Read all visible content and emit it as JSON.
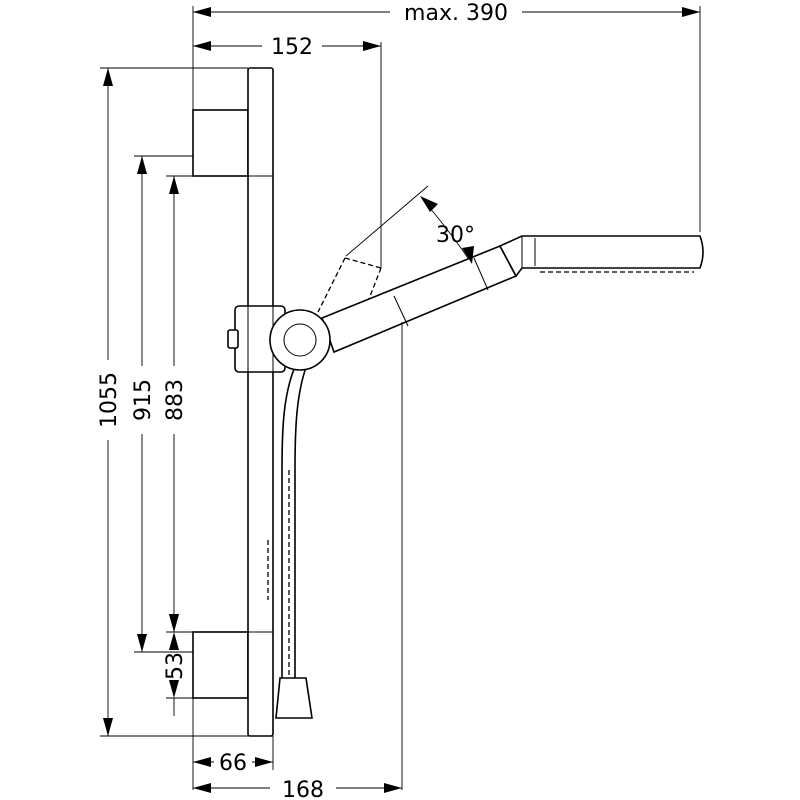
{
  "dimensions": {
    "max_width": "max. 390",
    "rail_offset": "152",
    "angle": "30°",
    "total_height": "1055",
    "bracket_distance": "915",
    "rail_length": "883",
    "bracket_height": "53",
    "wall_offset": "66",
    "hose_offset": "168"
  }
}
